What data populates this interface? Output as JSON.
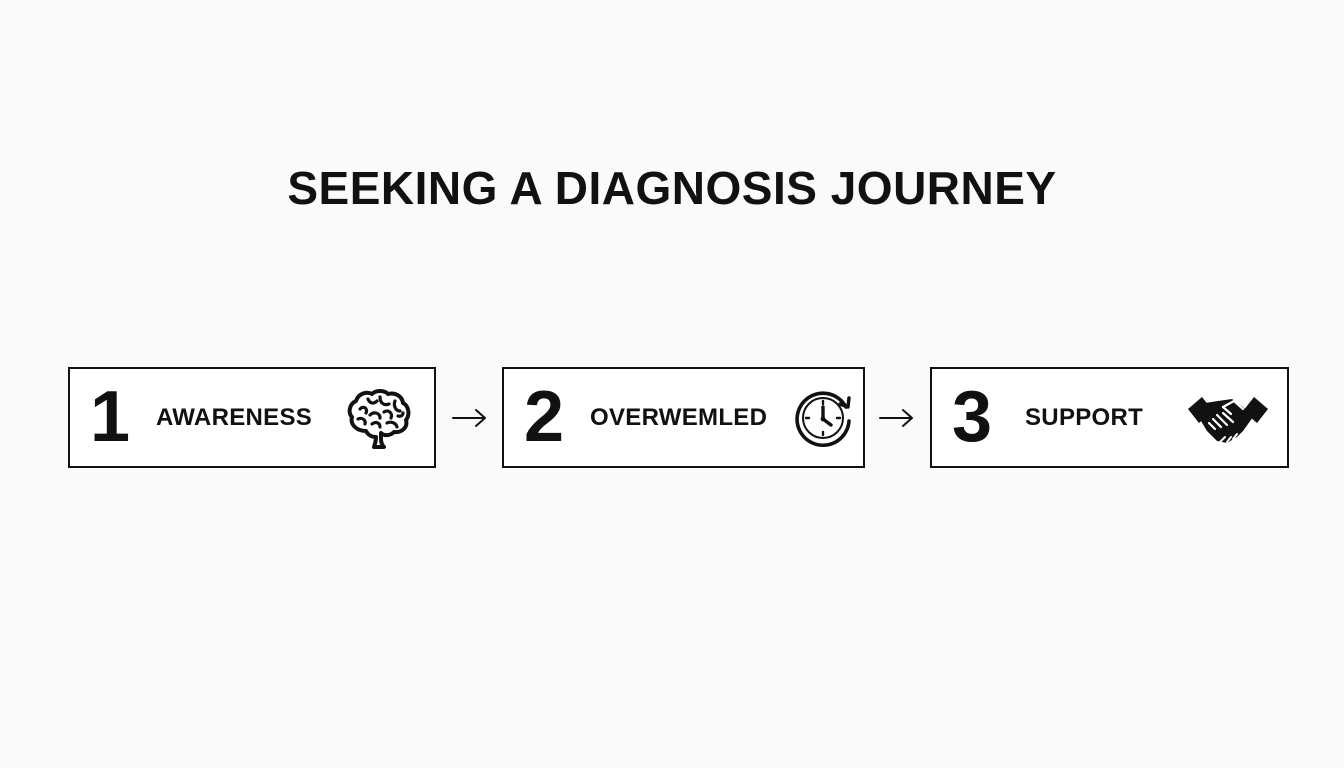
{
  "title": "SEEKING A DIAGNOSIS JOURNEY",
  "steps": [
    {
      "number": "1",
      "label": "AWARENESS",
      "icon": "brain-icon"
    },
    {
      "number": "2",
      "label": "OVERWEMLED",
      "icon": "clock-icon"
    },
    {
      "number": "3",
      "label": "SUPPORT",
      "icon": "handshake-icon"
    }
  ],
  "colors": {
    "background": "#fafafa",
    "ink": "#111111",
    "box": "#ffffff"
  }
}
